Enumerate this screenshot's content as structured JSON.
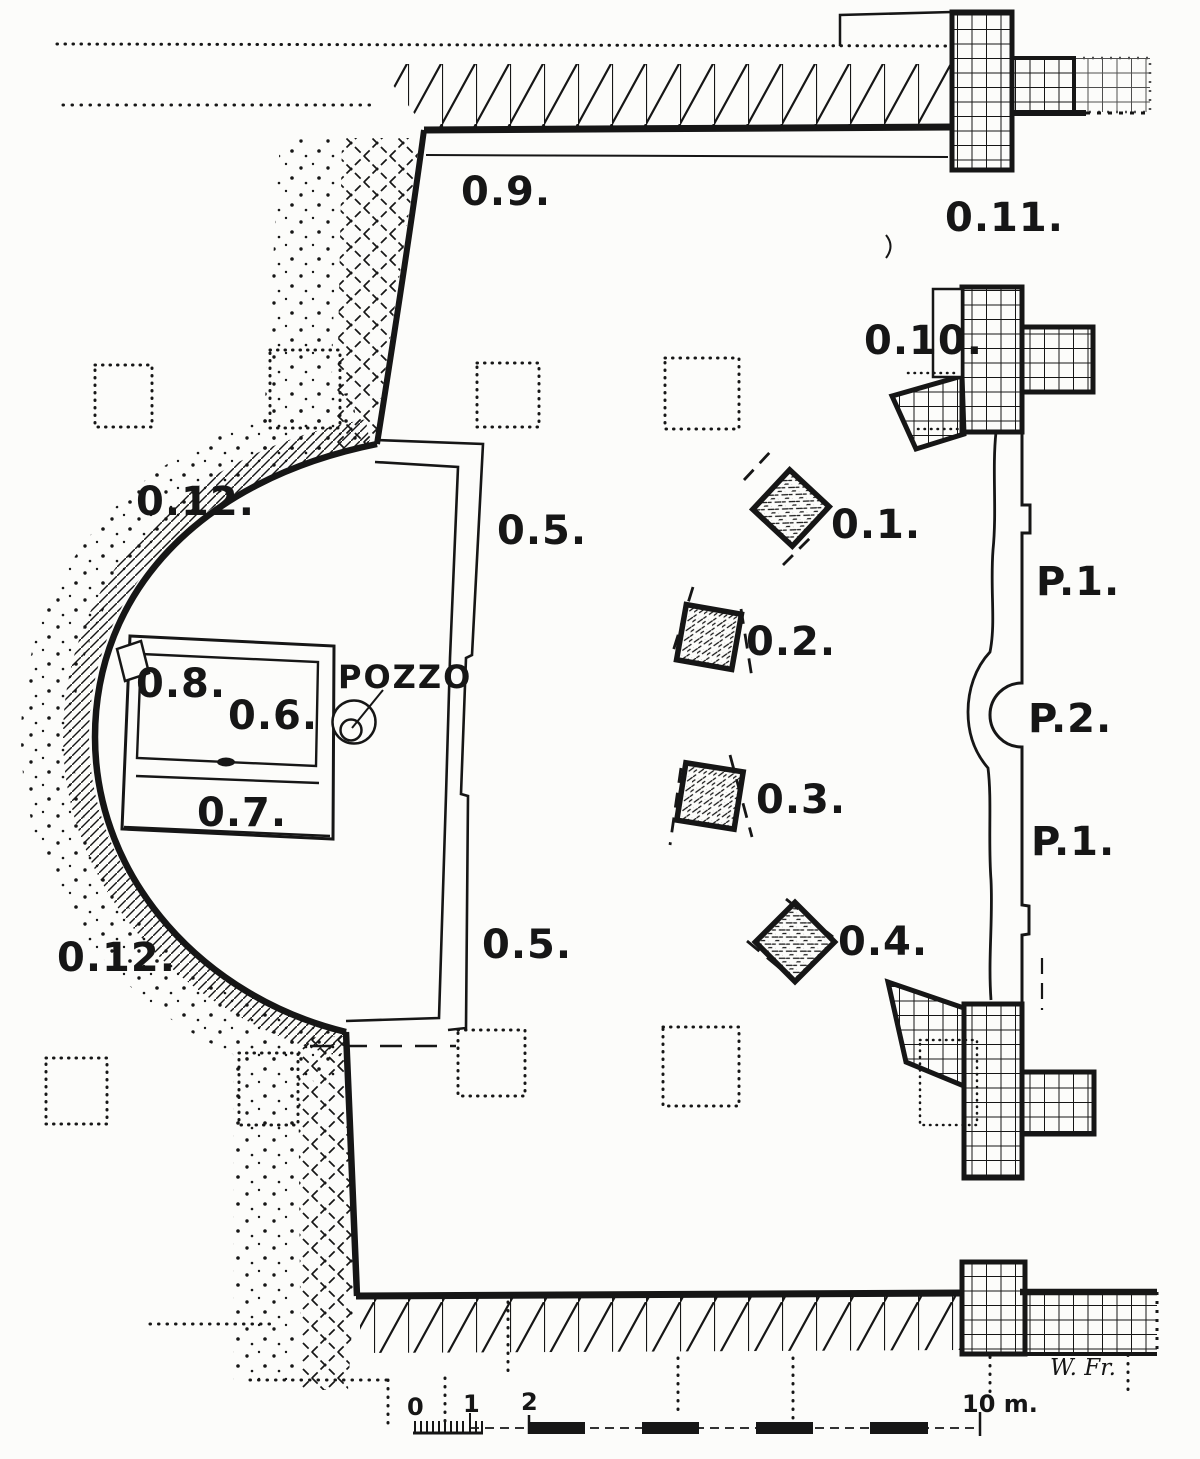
{
  "figure": {
    "type": "archaeological floor plan",
    "ink_color": "#161616",
    "paper_color": "#fcfcfa"
  },
  "labels": {
    "room_0_9": "0.9.",
    "room_0_11": "0.11.",
    "room_0_10": "0.10.",
    "room_0_12": "0.12.",
    "room_0_5": "0.5.",
    "room_0_6": "0.6.",
    "room_0_7": "0.7.",
    "room_0_8": "0.8.",
    "well": "POZZO",
    "pillar_0_1": "0.1.",
    "pillar_0_2": "0.2.",
    "pillar_0_3": "0.3.",
    "pillar_0_4": "0.4.",
    "pier_p_1": "P.1.",
    "pier_p_2": "P.2.",
    "signature": "W. Fr."
  },
  "scale_bar": {
    "tick_0": "0",
    "tick_1": "1",
    "tick_2": "2",
    "tick_10": "10 m."
  }
}
